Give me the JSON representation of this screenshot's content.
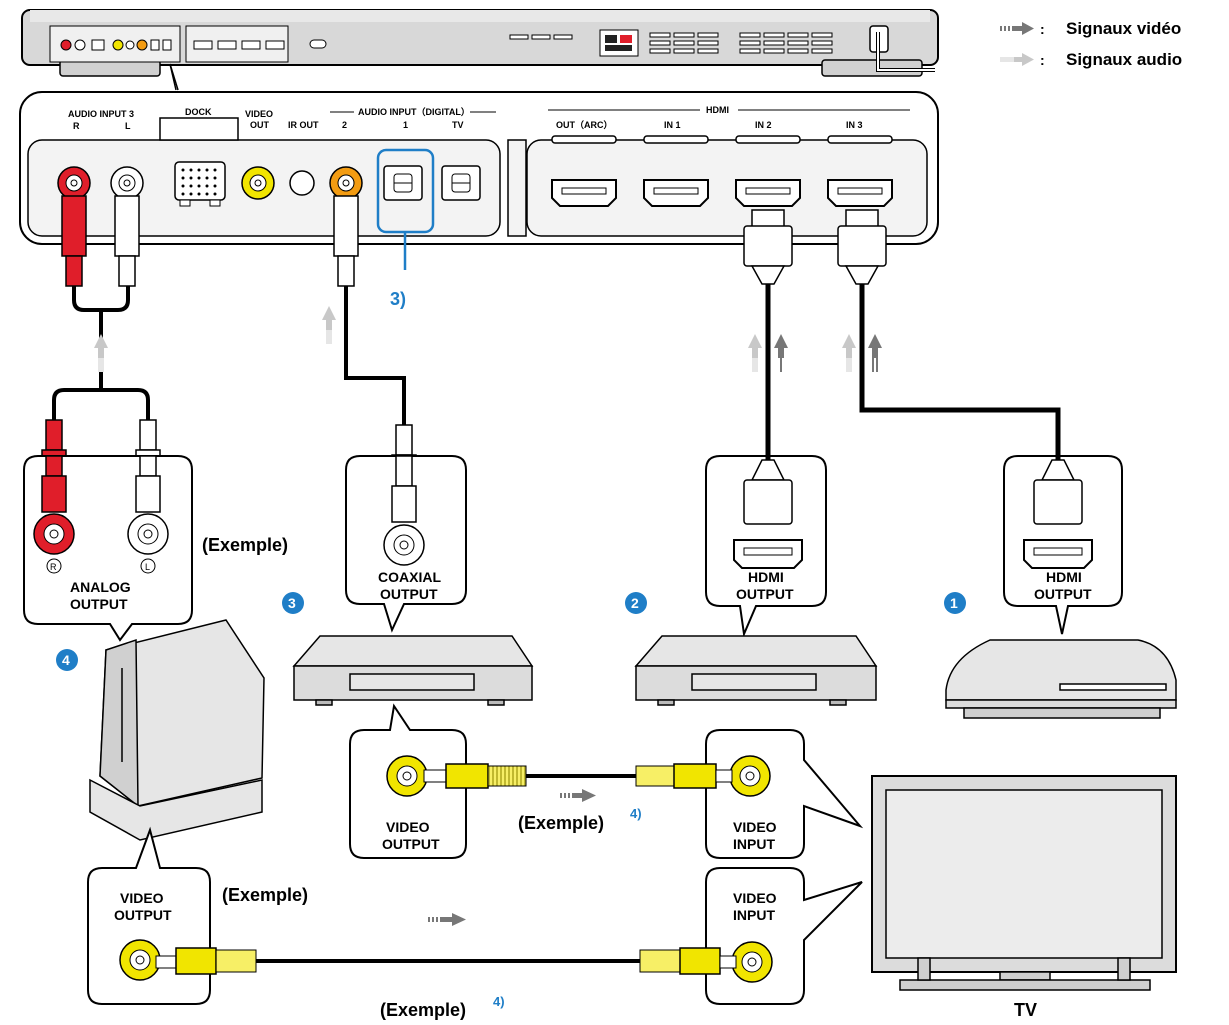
{
  "legend": {
    "video": "Signaux vidéo",
    "audio": "Signaux audio"
  },
  "panel": {
    "audio_input3": "AUDIO INPUT 3",
    "r": "R",
    "l": "L",
    "dock": "DOCK",
    "video_out_1": "VIDEO",
    "video_out_2": "OUT",
    "ir_out": "IR OUT",
    "audio_input_digital": "AUDIO INPUT（DIGITAL）",
    "d2": "2",
    "d1": "1",
    "tv": "TV",
    "hdmi": "HDMI",
    "out_arc": "OUT（ARC）",
    "in1": "IN 1",
    "in2": "IN 2",
    "in3": "IN 3"
  },
  "callout_note": "3)",
  "devices": {
    "d4": {
      "num": "4",
      "output_1": "ANALOG",
      "output_2": "OUTPUT",
      "r_mark": "R",
      "l_mark": "L"
    },
    "d3": {
      "num": "3",
      "output_1": "COAXIAL",
      "output_2": "OUTPUT"
    },
    "d2": {
      "num": "2",
      "output_1": "HDMI",
      "output_2": "OUTPUT"
    },
    "d1": {
      "num": "1",
      "output_1": "HDMI",
      "output_2": "OUTPUT"
    }
  },
  "examples": {
    "ex1": "(Exemple)",
    "ex2": "(Exemple)",
    "ex3": "(Exemple)",
    "ex4": "(Exemple)"
  },
  "footnote": "4)",
  "video_links": {
    "top_out_1": "VIDEO",
    "top_out_2": "OUTPUT",
    "top_in_1": "VIDEO",
    "top_in_2": "INPUT",
    "bot_out_1": "VIDEO",
    "bot_out_2": "OUTPUT",
    "bot_in_1": "VIDEO",
    "bot_in_2": "INPUT"
  },
  "tv_label": "TV",
  "colors": {
    "accent_blue": "#1f7ec7",
    "connector_red": "#e01e2a",
    "connector_yellow": "#f1e500",
    "connector_orange": "#f39c12",
    "device_grey": "#dcdcdc"
  }
}
